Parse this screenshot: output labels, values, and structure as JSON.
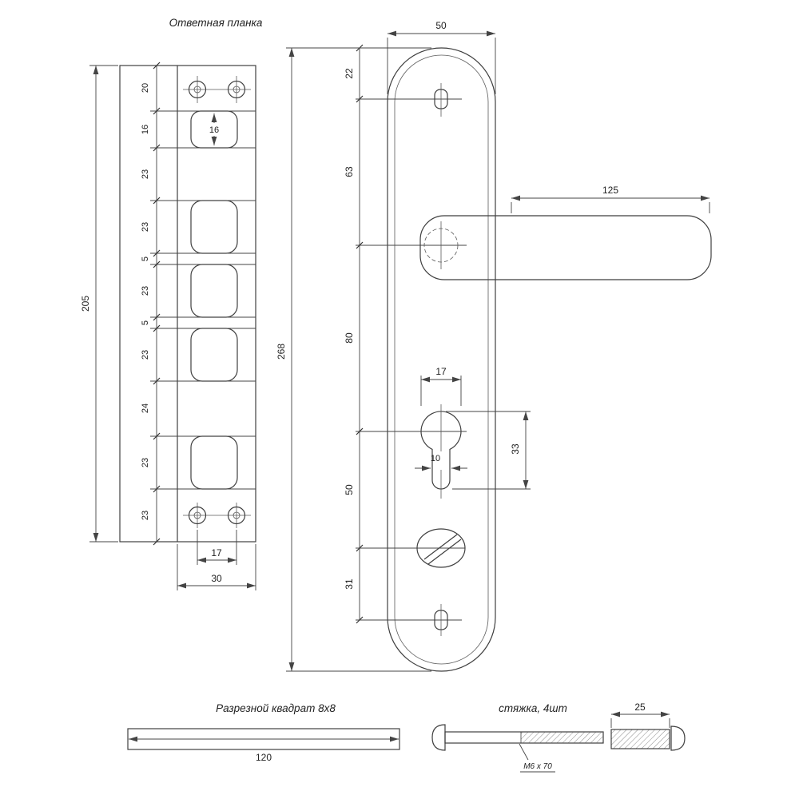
{
  "strike_plate": {
    "title": "Ответная планка",
    "chain_dims": [
      "20",
      "16",
      "23",
      "23",
      "5",
      "23",
      "5",
      "23",
      "24",
      "23",
      "23"
    ],
    "total_height": "205",
    "hole_label": "16",
    "screw_spacing": "17",
    "plate_width": "30"
  },
  "handle_plate": {
    "width": "50",
    "chain_dims": [
      "22",
      "63",
      "80",
      "50",
      "31"
    ],
    "total_height": "268",
    "handle_length": "125",
    "cylinder_width": "17",
    "stem_width": "10",
    "cylinder_height": "33"
  },
  "square_bar": {
    "title": "Разрезной квадрат 8х8",
    "length": "120"
  },
  "tie_rod": {
    "title": "стяжка, 4шт",
    "thread_label": "М6 х 70",
    "sleeve_length": "25"
  }
}
